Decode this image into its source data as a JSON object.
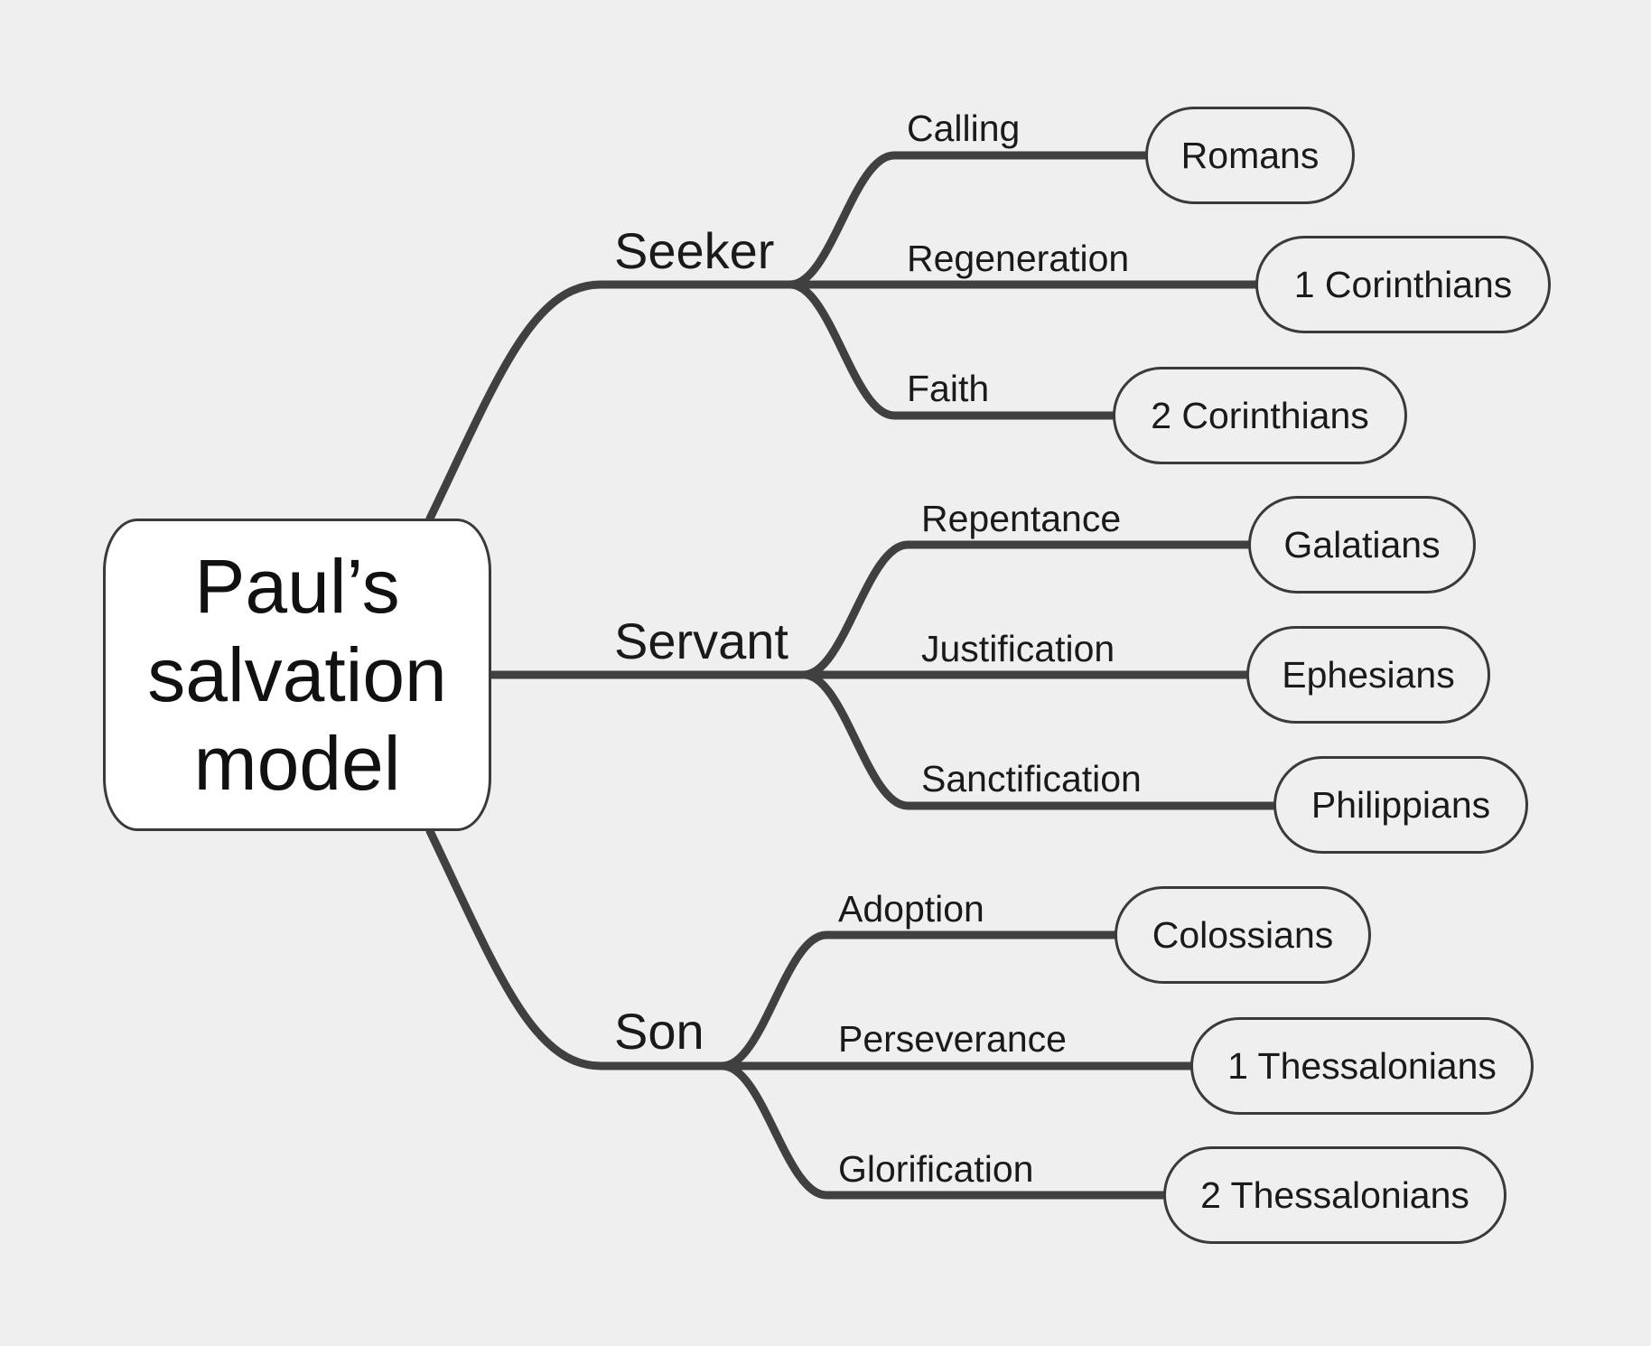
{
  "root": {
    "title": "Paul’s salvation model"
  },
  "branches": [
    {
      "label": "Seeker",
      "stages": [
        {
          "label": "Calling",
          "book": "Romans"
        },
        {
          "label": "Regeneration",
          "book": "1 Corinthians"
        },
        {
          "label": "Faith",
          "book": "2 Corinthians"
        }
      ]
    },
    {
      "label": "Servant",
      "stages": [
        {
          "label": "Repentance",
          "book": "Galatians"
        },
        {
          "label": "Justification",
          "book": "Ephesians"
        },
        {
          "label": "Sanctification",
          "book": "Philippians"
        }
      ]
    },
    {
      "label": "Son",
      "stages": [
        {
          "label": "Adoption",
          "book": "Colossians"
        },
        {
          "label": "Perseverance",
          "book": "1 Thessalonians"
        },
        {
          "label": "Glorification",
          "book": "2 Thessalonians"
        }
      ]
    }
  ],
  "colors": {
    "background": "#efefef",
    "line": "#404040",
    "root_fill": "#ffffff"
  }
}
